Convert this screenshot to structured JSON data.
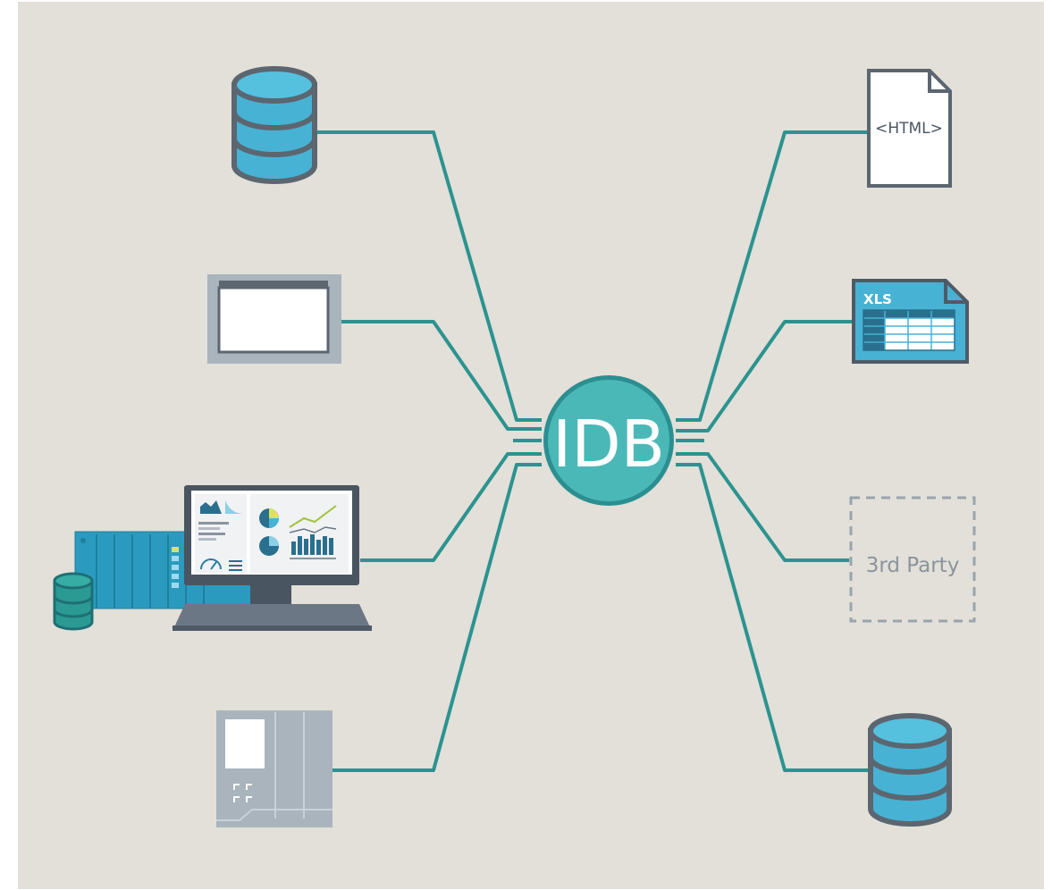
{
  "hub": {
    "label": "IDB"
  },
  "nodes": {
    "html_file": {
      "label": "<HTML>"
    },
    "xls_file": {
      "label": "XLS"
    },
    "third_party": {
      "label": "3rd Party"
    }
  },
  "colors": {
    "background": "#e2e0d8",
    "connector": "#2b9390",
    "hub_fill": "#4bb8b8",
    "hub_border": "#2b8f91",
    "db_blue": "#47b2d4",
    "db_teal": "#2a9a93",
    "outline": "#5c6670",
    "panel_gray": "#a9b4bd"
  }
}
